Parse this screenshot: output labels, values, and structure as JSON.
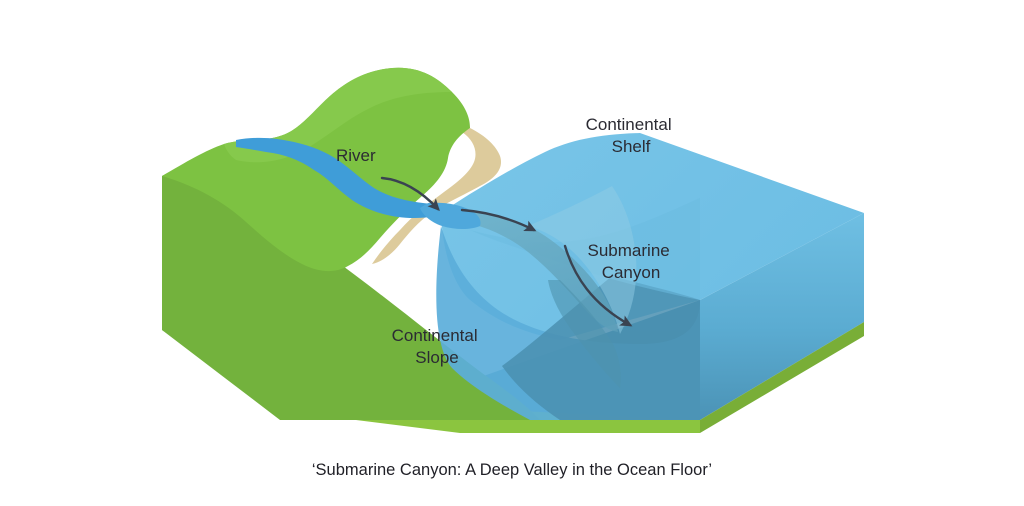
{
  "figure": {
    "title": "Submarine Canyon cross-section block diagram",
    "caption": "‘Submarine Canyon: A Deep Valley in the Ocean Floor’",
    "background_color": "#ffffff"
  },
  "labels": {
    "river": "River",
    "continental_shelf_line1": "Continental",
    "continental_shelf_line2": "Shelf",
    "submarine_canyon_line1": "Submarine",
    "submarine_canyon_line2": "Canyon",
    "continental_slope_line1": "Continental",
    "continental_slope_line2": "Slope"
  },
  "colors": {
    "land_top": "#7DC242",
    "land_top_shade": "#86C94C",
    "land_left_face": "#68A93A",
    "land_front_face": "#6FAE3C",
    "seafloor_green": "#8BC53F",
    "seafloor_green_dark": "#79AE37",
    "river_blue": "#3F9DD8",
    "shelf_water": "#72C2E6",
    "shelf_water_mid": "#7FC9E8",
    "deep_water": "#4A8FB0",
    "deep_water_front": "#4589AB",
    "water_right_face": "#5FAFD6",
    "canyon_shadow": "#5E9FB8",
    "sand": "#DDCB9C",
    "arrow": "#3A4351",
    "label_text": "#2b2b33",
    "caption_text": "#1f1f26"
  },
  "arrows": [
    {
      "name": "river-mouth-arrow",
      "description": "curved arrow from river into the shelf water"
    },
    {
      "name": "shelf-flow-arrow",
      "description": "curved arrow along the shelf toward the canyon head"
    },
    {
      "name": "canyon-flow-arrow",
      "description": "curved arrow descending through the submarine canyon"
    }
  ]
}
